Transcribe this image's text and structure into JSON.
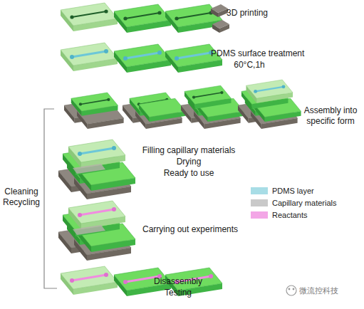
{
  "diagram": {
    "labels": [
      "3D printing",
      "PDMS surface treatment",
      "60°C,1h",
      "Assembly into specific form",
      "Filling capillary materials",
      "Drying",
      "Ready to use",
      "Carrying out experiments",
      "Disassembly",
      "Testing",
      "Cleaning Recycling",
      "微流控科技"
    ],
    "legend": [
      {
        "text": "PDMS layer",
        "color": "#a8dde6"
      },
      {
        "text": "Capillary materials",
        "color": "#c9c9c9"
      },
      {
        "text": "Reactants",
        "color": "#f3a6e6"
      }
    ]
  }
}
